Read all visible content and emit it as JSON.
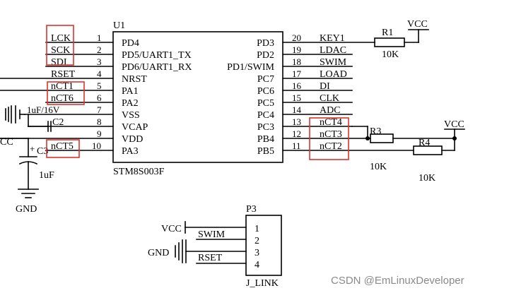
{
  "chip": {
    "ref": "U1",
    "part": "STM8S003F",
    "left_pins": [
      {
        "num": "1",
        "name": "PD4",
        "net": "LCK"
      },
      {
        "num": "2",
        "name": "PD5/UART1_TX",
        "net": "SCK"
      },
      {
        "num": "3",
        "name": "PD6/UART1_RX",
        "net": "SDI"
      },
      {
        "num": "4",
        "name": "NRST",
        "net": "RSET"
      },
      {
        "num": "5",
        "name": "PA1",
        "net": "nCT1"
      },
      {
        "num": "6",
        "name": "PA2",
        "net": "nCT6"
      },
      {
        "num": "7",
        "name": "VSS",
        "net": "1uF/16V"
      },
      {
        "num": "8",
        "name": "VCAP",
        "net": "C2"
      },
      {
        "num": "9",
        "name": "VDD",
        "net": ""
      },
      {
        "num": "10",
        "name": "PA3",
        "net": "nCT5"
      }
    ],
    "right_pins": [
      {
        "num": "20",
        "name": "PD3",
        "net": "KEY1"
      },
      {
        "num": "19",
        "name": "PD2",
        "net": "LDAC"
      },
      {
        "num": "18",
        "name": "PD1/SWIM",
        "net": "SWIM"
      },
      {
        "num": "17",
        "name": "PC7",
        "net": "LOAD"
      },
      {
        "num": "16",
        "name": "PC6",
        "net": "DI"
      },
      {
        "num": "15",
        "name": "PC5",
        "net": "CLK"
      },
      {
        "num": "14",
        "name": "PC4",
        "net": "ADC"
      },
      {
        "num": "13",
        "name": "PC3",
        "net": "nCT4"
      },
      {
        "num": "12",
        "name": "PB4",
        "net": "nCT3"
      },
      {
        "num": "11",
        "name": "PB5",
        "net": "nCT2"
      }
    ]
  },
  "left_labels": {
    "vcc_cut": "CC",
    "c3": "C3",
    "c3_value": "1uF",
    "gnd": "GND"
  },
  "resistors": [
    {
      "ref": "R1",
      "value": "10K"
    },
    {
      "ref": "R3",
      "value": "10K"
    },
    {
      "ref": "R4",
      "value": "10K"
    }
  ],
  "power": {
    "vcc_r1": "VCC",
    "vcc_r4": "VCC"
  },
  "connector": {
    "ref": "P3",
    "name": "J_LINK",
    "pins": [
      "1",
      "2",
      "3",
      "4"
    ],
    "nets": {
      "vcc": "VCC",
      "swim": "SWIM",
      "gnd": "GND",
      "rset": "RSET"
    }
  },
  "highlight_color": "#e0332b",
  "watermark": "CSDN @EmLinuxDeveloper"
}
